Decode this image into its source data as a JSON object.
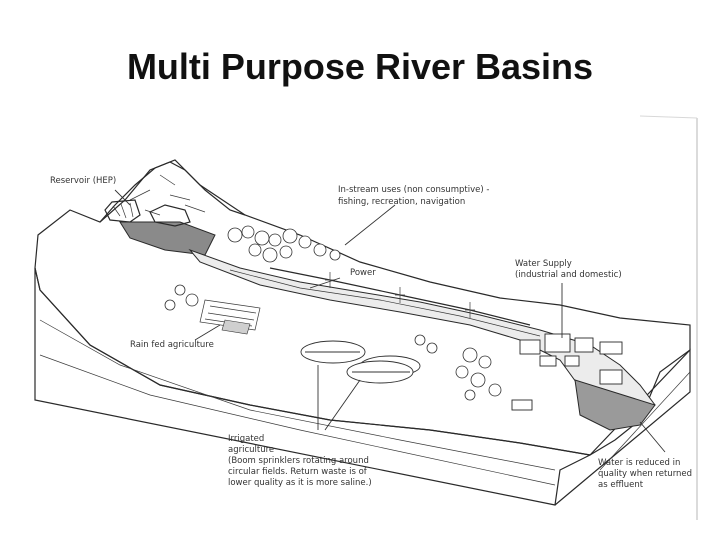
{
  "title": "Multi Purpose River Basins",
  "labels": {
    "reservoir": "Reservoir (HEP)",
    "instream_1": "In-stream uses (non consumptive) -",
    "instream_2": "fishing, recreation, navigation",
    "power": "Power",
    "water_supply_1": "Water Supply",
    "water_supply_2": "(industrial and domestic)",
    "rainfed": "Rain fed agriculture",
    "irrigated_1": "Irrigated",
    "irrigated_2": "agriculture",
    "irrigated_3": "(Boom sprinklers rotating around",
    "irrigated_4": "circular fields. Return waste is of",
    "irrigated_5": "lower quality as it is more saline.)",
    "effluent_1": "Water is reduced in",
    "effluent_2": "quality when returned",
    "effluent_3": "as effluent"
  }
}
